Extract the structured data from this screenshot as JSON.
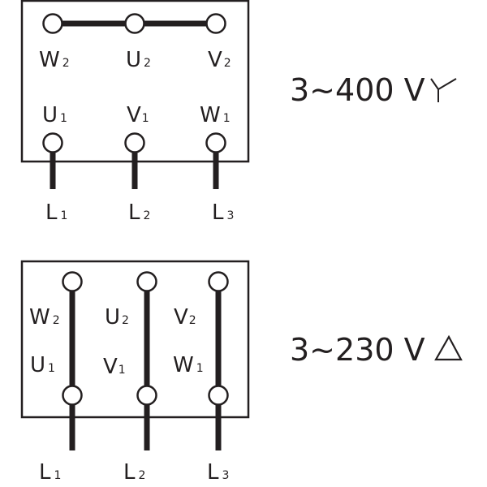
{
  "colors": {
    "ink": "#231f20",
    "background": "#ffffff"
  },
  "star": {
    "title": "3~400 V",
    "symbol": "star-icon",
    "top_terminals": [
      {
        "letter": "W",
        "index": "2"
      },
      {
        "letter": "U",
        "index": "2"
      },
      {
        "letter": "V",
        "index": "2"
      }
    ],
    "bottom_terminals": [
      {
        "letter": "U",
        "index": "1"
      },
      {
        "letter": "V",
        "index": "1"
      },
      {
        "letter": "W",
        "index": "1"
      }
    ],
    "lines": [
      {
        "letter": "L",
        "index": "1"
      },
      {
        "letter": "L",
        "index": "2"
      },
      {
        "letter": "L",
        "index": "3"
      }
    ]
  },
  "delta": {
    "title": "3~230 V",
    "symbol": "delta-icon",
    "top_terminals": [
      {
        "letter": "W",
        "index": "2"
      },
      {
        "letter": "U",
        "index": "2"
      },
      {
        "letter": "V",
        "index": "2"
      }
    ],
    "bottom_terminals": [
      {
        "letter": "U",
        "index": "1"
      },
      {
        "letter": "V",
        "index": "1"
      },
      {
        "letter": "W",
        "index": "1"
      }
    ],
    "lines": [
      {
        "letter": "L",
        "index": "1"
      },
      {
        "letter": "L",
        "index": "2"
      },
      {
        "letter": "L",
        "index": "3"
      }
    ]
  }
}
